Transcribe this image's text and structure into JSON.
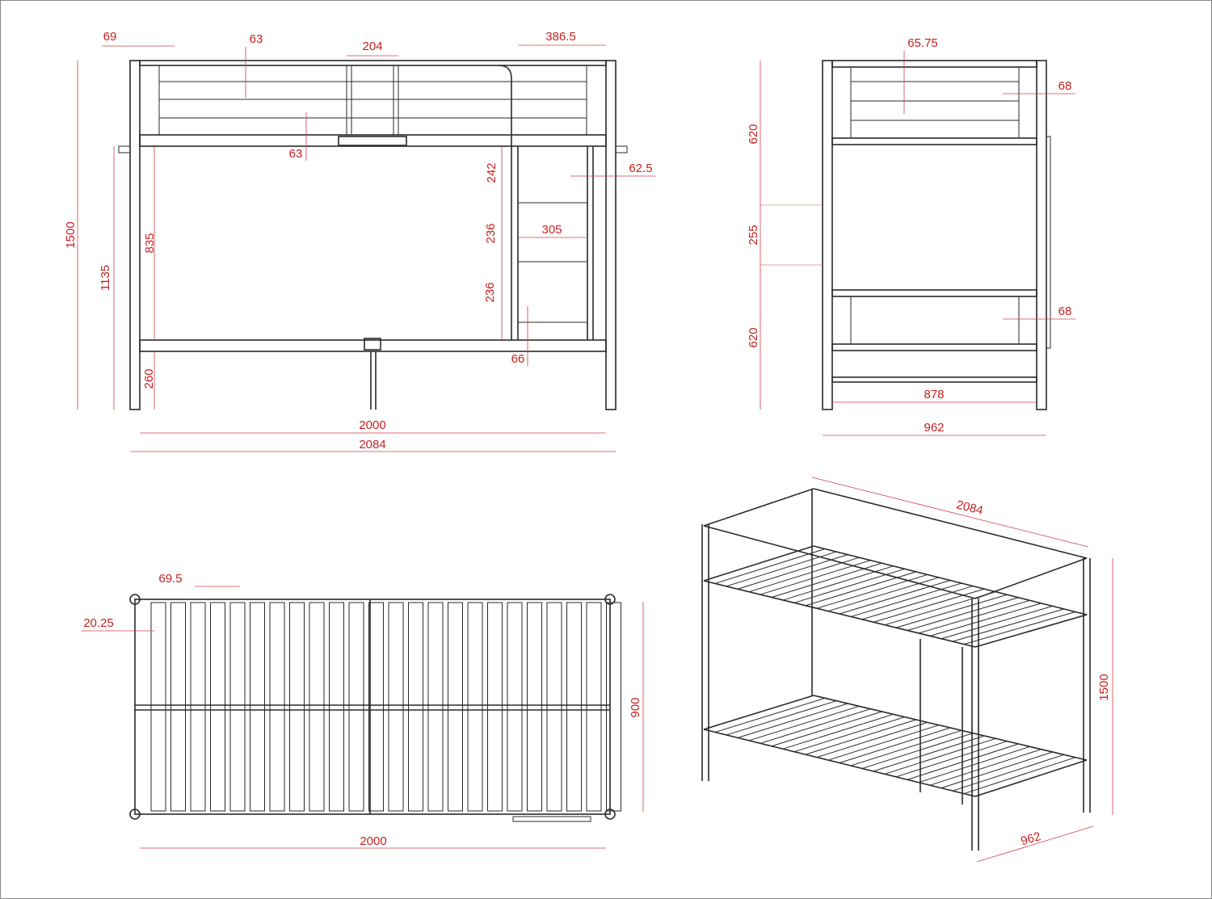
{
  "front_view": {
    "labels": [
      "69",
      "63",
      "204",
      "386.5",
      "63",
      "242",
      "62.5",
      "1500",
      "835",
      "1135",
      "236",
      "305",
      "236",
      "66",
      "260",
      "2000",
      "2084"
    ]
  },
  "side_view": {
    "labels": [
      "65.75",
      "68",
      "620",
      "255",
      "68",
      "620",
      "878",
      "962"
    ]
  },
  "top_view": {
    "labels": [
      "69.5",
      "20.25",
      "900",
      "2000"
    ]
  },
  "iso_view": {
    "labels": [
      "2084",
      "1500",
      "962"
    ]
  },
  "colors": {
    "dimension": "#c81e1e",
    "frame": "#2a2a2a"
  }
}
